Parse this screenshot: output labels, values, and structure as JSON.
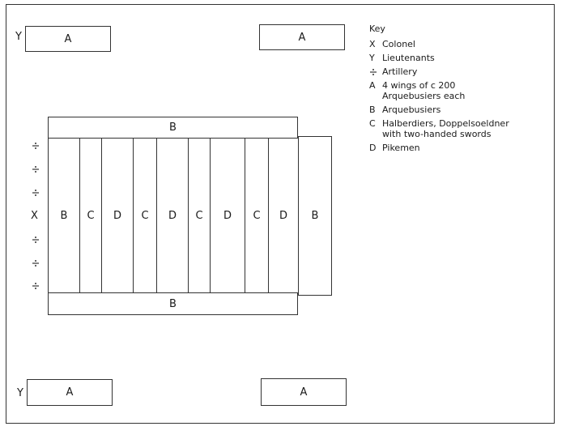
{
  "corner_units": [
    {
      "id": "tl",
      "label": "A",
      "officer": "Y"
    },
    {
      "id": "tr",
      "label": "A",
      "officer": ""
    },
    {
      "id": "bl",
      "label": "A",
      "officer": "Y"
    },
    {
      "id": "br",
      "label": "A",
      "officer": ""
    }
  ],
  "formation": {
    "top_bar": "B",
    "bottom_bar": "B",
    "colonel": "X",
    "columns": [
      "B",
      "C",
      "D",
      "C",
      "D",
      "C",
      "D",
      "C",
      "D",
      "B"
    ]
  },
  "key": {
    "title": "Key",
    "items": [
      {
        "symbol": "X",
        "text": "Colonel"
      },
      {
        "symbol": "Y",
        "text": "Lieutenants"
      },
      {
        "symbol": "artillery-icon",
        "text": "Artillery"
      },
      {
        "symbol": "A",
        "text": "4 wings of c 200\nArquebusiers each"
      },
      {
        "symbol": "B",
        "text": "Arquebusiers"
      },
      {
        "symbol": "C",
        "text": "Halberdiers, Doppelsoeldner\nwith two-handed swords"
      },
      {
        "symbol": "D",
        "text": "Pikemen"
      }
    ]
  }
}
